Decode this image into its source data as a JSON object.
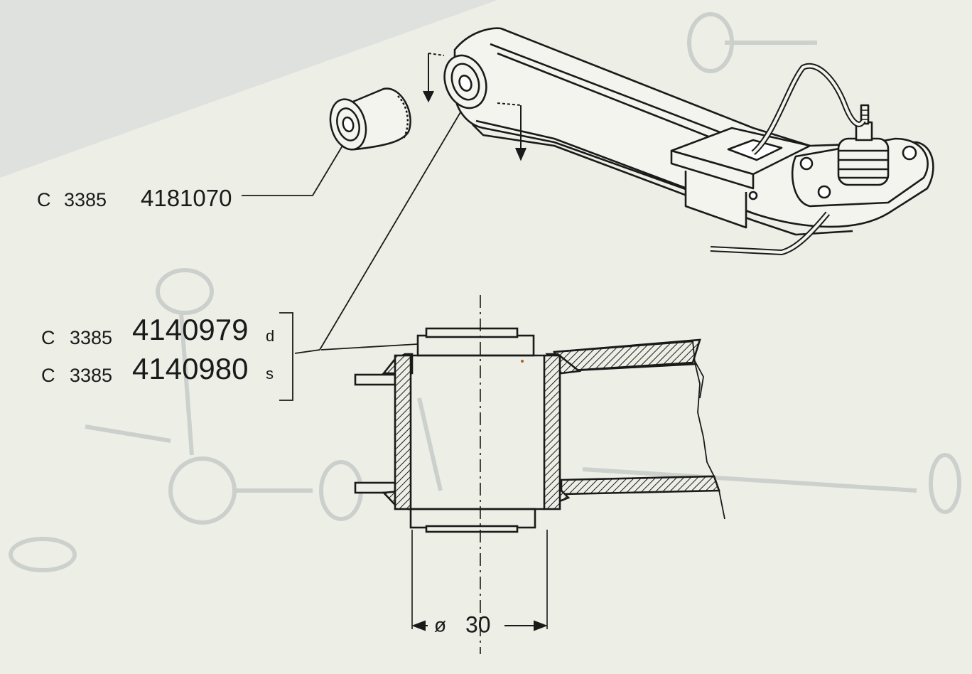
{
  "parts": {
    "bushing": {
      "prefix": "C",
      "ref": "3385",
      "number": "4181070"
    },
    "arm_right": {
      "prefix": "C",
      "ref": "3385",
      "number": "4140979",
      "side": "d"
    },
    "arm_left": {
      "prefix": "C",
      "ref": "3385",
      "number": "4140980",
      "side": "s"
    }
  },
  "dimension": {
    "symbol": "ø",
    "value": "30"
  },
  "colors": {
    "paper": "#edeee6",
    "ink": "#1a1a1a",
    "backdrop": "#dfe1df",
    "ghost": "#c9cdcb"
  }
}
